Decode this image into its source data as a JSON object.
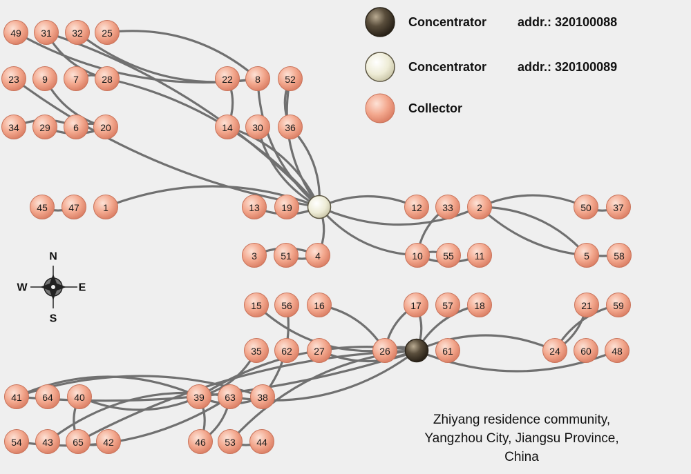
{
  "colors": {
    "background": "#efefef",
    "edge": "#707070",
    "collector_fill": "#f3a88e",
    "concentrator_dark_fill": "#4a4032",
    "concentrator_light_fill": "#eeecd6"
  },
  "legend": [
    {
      "kind": "concentrator-dark",
      "label": "Concentrator",
      "address": "addr.: 320100088"
    },
    {
      "kind": "concentrator-light",
      "label": "Concentrator",
      "address": "addr.: 320100089"
    },
    {
      "kind": "collector",
      "label": "Collector",
      "address": ""
    }
  ],
  "compass": {
    "north": "N",
    "south": "S",
    "west": "W",
    "east": "E",
    "icon": "compass-rose-icon"
  },
  "caption_lines": [
    "Zhiyang residence community,",
    "Yangzhou City, Jiangsu Province,",
    "China"
  ],
  "nodes": [
    {
      "id": "49"
    },
    {
      "id": "31"
    },
    {
      "id": "32"
    },
    {
      "id": "25"
    },
    {
      "id": "23"
    },
    {
      "id": "9"
    },
    {
      "id": "7"
    },
    {
      "id": "28"
    },
    {
      "id": "34"
    },
    {
      "id": "29"
    },
    {
      "id": "6"
    },
    {
      "id": "20"
    },
    {
      "id": "22"
    },
    {
      "id": "8"
    },
    {
      "id": "52"
    },
    {
      "id": "14"
    },
    {
      "id": "30"
    },
    {
      "id": "36"
    },
    {
      "id": "45"
    },
    {
      "id": "47"
    },
    {
      "id": "1"
    },
    {
      "id": "13"
    },
    {
      "id": "19"
    },
    {
      "id": "C89",
      "kind": "concentrator-light"
    },
    {
      "id": "12"
    },
    {
      "id": "33"
    },
    {
      "id": "2"
    },
    {
      "id": "50"
    },
    {
      "id": "37"
    },
    {
      "id": "3"
    },
    {
      "id": "51"
    },
    {
      "id": "4"
    },
    {
      "id": "10"
    },
    {
      "id": "55"
    },
    {
      "id": "11"
    },
    {
      "id": "5"
    },
    {
      "id": "58"
    },
    {
      "id": "15"
    },
    {
      "id": "56"
    },
    {
      "id": "16"
    },
    {
      "id": "17"
    },
    {
      "id": "57"
    },
    {
      "id": "18"
    },
    {
      "id": "21"
    },
    {
      "id": "59"
    },
    {
      "id": "35"
    },
    {
      "id": "62"
    },
    {
      "id": "27"
    },
    {
      "id": "26"
    },
    {
      "id": "C88",
      "kind": "concentrator-dark"
    },
    {
      "id": "61"
    },
    {
      "id": "24"
    },
    {
      "id": "60"
    },
    {
      "id": "48"
    },
    {
      "id": "41"
    },
    {
      "id": "64"
    },
    {
      "id": "40"
    },
    {
      "id": "39"
    },
    {
      "id": "63"
    },
    {
      "id": "38"
    },
    {
      "id": "54"
    },
    {
      "id": "43"
    },
    {
      "id": "65"
    },
    {
      "id": "42"
    },
    {
      "id": "46"
    },
    {
      "id": "53"
    },
    {
      "id": "44"
    }
  ],
  "edges": [
    [
      "C89",
      "13"
    ],
    [
      "C89",
      "14"
    ],
    [
      "C89",
      "30"
    ],
    [
      "C89",
      "36"
    ],
    [
      "C89",
      "8"
    ],
    [
      "C89",
      "28"
    ],
    [
      "C89",
      "23"
    ],
    [
      "C89",
      "1"
    ],
    [
      "C89",
      "4"
    ],
    [
      "C89",
      "2"
    ],
    [
      "C89",
      "12"
    ],
    [
      "C89",
      "10"
    ],
    [
      "C89",
      "52"
    ],
    [
      "C89",
      "31"
    ],
    [
      "22",
      "14"
    ],
    [
      "52",
      "36"
    ],
    [
      "8",
      "32"
    ],
    [
      "8",
      "25"
    ],
    [
      "8",
      "49"
    ],
    [
      "31",
      "28"
    ],
    [
      "7",
      "28"
    ],
    [
      "9",
      "20"
    ],
    [
      "34",
      "6"
    ],
    [
      "29",
      "20"
    ],
    [
      "6",
      "20"
    ],
    [
      "45",
      "47"
    ],
    [
      "3",
      "4"
    ],
    [
      "51",
      "4"
    ],
    [
      "2",
      "50"
    ],
    [
      "50",
      "37"
    ],
    [
      "2",
      "5"
    ],
    [
      "2",
      "58"
    ],
    [
      "10",
      "55"
    ],
    [
      "10",
      "11"
    ],
    [
      "10",
      "33"
    ],
    [
      "C88",
      "17"
    ],
    [
      "C88",
      "18"
    ],
    [
      "C88",
      "26"
    ],
    [
      "C88",
      "24"
    ],
    [
      "C88",
      "48"
    ],
    [
      "C88",
      "27"
    ],
    [
      "C88",
      "39"
    ],
    [
      "C88",
      "63"
    ],
    [
      "C88",
      "53"
    ],
    [
      "C88",
      "41"
    ],
    [
      "C88",
      "65"
    ],
    [
      "26",
      "15"
    ],
    [
      "26",
      "16"
    ],
    [
      "26",
      "17"
    ],
    [
      "24",
      "21"
    ],
    [
      "24",
      "59"
    ],
    [
      "39",
      "35"
    ],
    [
      "39",
      "40"
    ],
    [
      "39",
      "41"
    ],
    [
      "39",
      "46"
    ],
    [
      "39",
      "38"
    ],
    [
      "63",
      "54"
    ],
    [
      "63",
      "43"
    ],
    [
      "63",
      "46"
    ],
    [
      "53",
      "44"
    ],
    [
      "65",
      "40"
    ],
    [
      "65",
      "42"
    ],
    [
      "41",
      "38"
    ],
    [
      "38",
      "56"
    ]
  ]
}
